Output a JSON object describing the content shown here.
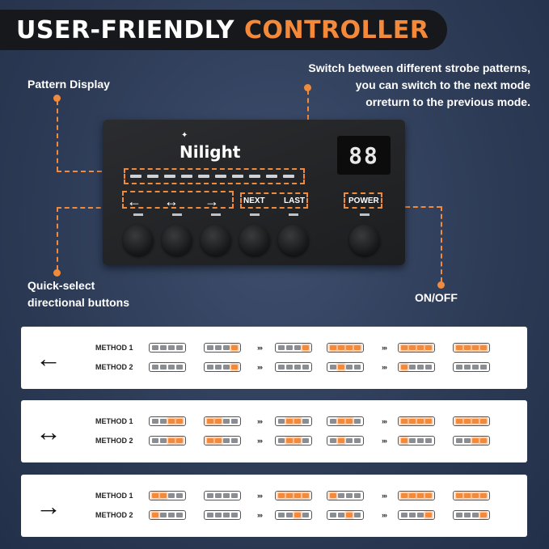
{
  "title": {
    "part1": "USER-FRIENDLY",
    "part2": "CONTROLLER"
  },
  "callouts": {
    "pattern_display": "Pattern Display",
    "switch_line1": "Switch between different strobe patterns,",
    "switch_line2": "you can switch to the next mode",
    "switch_line3": "orreturn to the previous mode.",
    "quick_line1": "Quick-select",
    "quick_line2": "directional buttons",
    "onoff": "ON/OFF"
  },
  "controller": {
    "brand": "Nilight",
    "display": "88",
    "next": "NEXT",
    "last": "LAST",
    "power": "POWER",
    "arrow_left": "←",
    "arrow_both": "↔",
    "arrow_right": "→"
  },
  "panels": [
    {
      "arrow": "←",
      "method1": "METHOD 1",
      "method2": "METHOD 2"
    },
    {
      "arrow": "↔",
      "method1": "METHOD 1",
      "method2": "METHOD 2"
    },
    {
      "arrow": "→",
      "method1": "METHOD 1",
      "method2": "METHOD 2"
    }
  ],
  "colors": {
    "accent": "#f4893a",
    "background": "#2c3a55",
    "title_bg": "#16181c"
  },
  "chevron": "›››"
}
